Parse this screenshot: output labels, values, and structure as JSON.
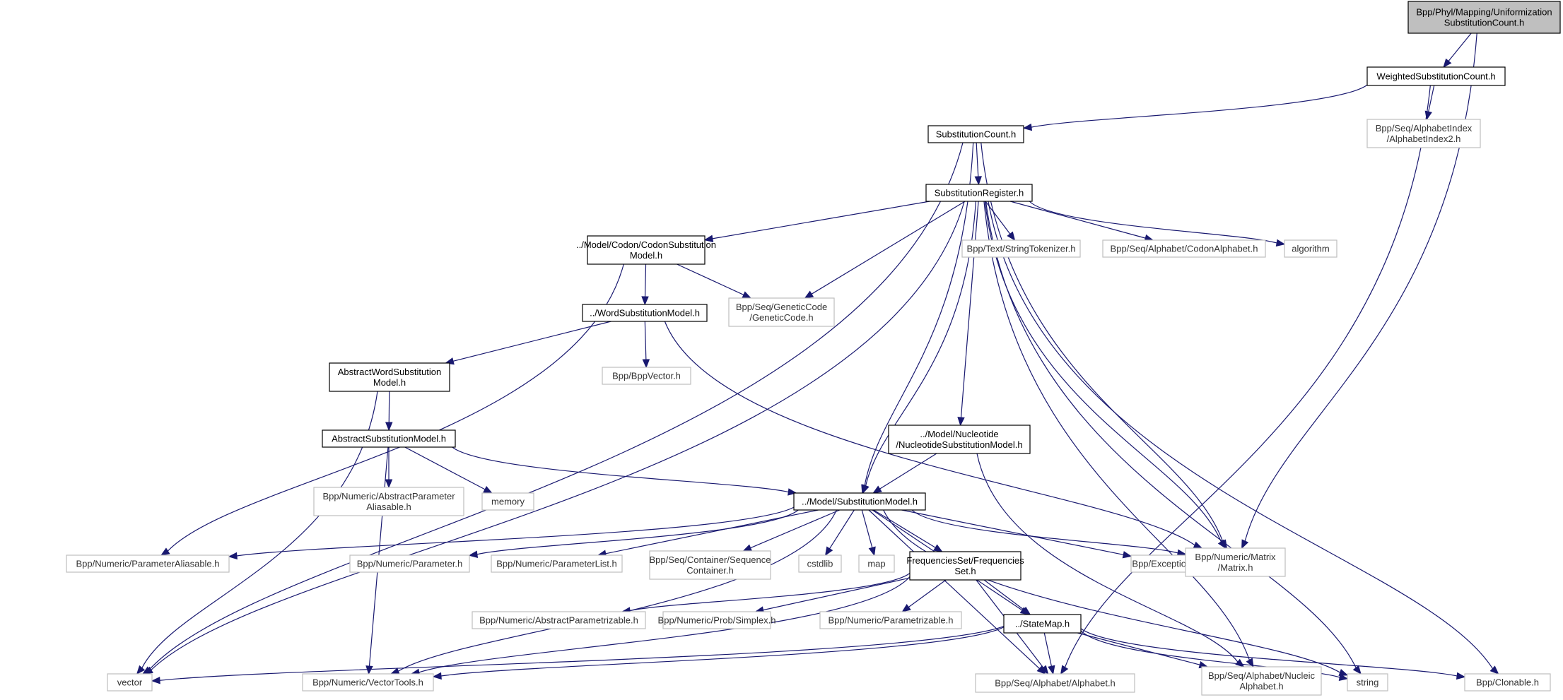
{
  "title": "Include dependency graph for UniformizationSubstitutionCount.h",
  "colors": {
    "edge": "#191970",
    "root_fill": "#bfbfbf",
    "local_border": "#000000",
    "external_border": "#bfbfbf"
  },
  "nodes": [
    {
      "id": "root",
      "kind": "root",
      "lines": [
        "Bpp/Phyl/Mapping/Uniformization",
        "SubstitutionCount.h"
      ]
    },
    {
      "id": "wsc",
      "kind": "local",
      "lines": [
        "WeightedSubstitutionCount.h"
      ]
    },
    {
      "id": "ai2",
      "kind": "external",
      "lines": [
        "Bpp/Seq/AlphabetIndex",
        "/AlphabetIndex2.h"
      ]
    },
    {
      "id": "sc",
      "kind": "local",
      "lines": [
        "SubstitutionCount.h"
      ]
    },
    {
      "id": "sr",
      "kind": "local",
      "lines": [
        "SubstitutionRegister.h"
      ]
    },
    {
      "id": "csm",
      "kind": "local",
      "lines": [
        "../Model/Codon/CodonSubstitution",
        "Model.h"
      ]
    },
    {
      "id": "gc",
      "kind": "external",
      "lines": [
        "Bpp/Seq/GeneticCode",
        "/GeneticCode.h"
      ]
    },
    {
      "id": "st",
      "kind": "external",
      "lines": [
        "Bpp/Text/StringTokenizer.h"
      ]
    },
    {
      "id": "ca",
      "kind": "external",
      "lines": [
        "Bpp/Seq/Alphabet/CodonAlphabet.h"
      ]
    },
    {
      "id": "algo",
      "kind": "external",
      "lines": [
        "algorithm"
      ]
    },
    {
      "id": "wsm",
      "kind": "local",
      "lines": [
        "../WordSubstitutionModel.h"
      ]
    },
    {
      "id": "bv",
      "kind": "external",
      "lines": [
        "Bpp/BppVector.h"
      ]
    },
    {
      "id": "awsm",
      "kind": "local",
      "lines": [
        "AbstractWordSubstitution",
        "Model.h"
      ]
    },
    {
      "id": "asm",
      "kind": "local",
      "lines": [
        "AbstractSubstitutionModel.h"
      ]
    },
    {
      "id": "nsm",
      "kind": "local",
      "lines": [
        "../Model/Nucleotide",
        "/NucleotideSubstitutionModel.h"
      ]
    },
    {
      "id": "apa",
      "kind": "external",
      "lines": [
        "Bpp/Numeric/AbstractParameter",
        "Aliasable.h"
      ]
    },
    {
      "id": "mem",
      "kind": "external",
      "lines": [
        "memory"
      ]
    },
    {
      "id": "msm",
      "kind": "local",
      "lines": [
        "../Model/SubstitutionModel.h"
      ]
    },
    {
      "id": "pa",
      "kind": "external",
      "lines": [
        "Bpp/Numeric/ParameterAliasable.h"
      ]
    },
    {
      "id": "par",
      "kind": "external",
      "lines": [
        "Bpp/Numeric/Parameter.h"
      ]
    },
    {
      "id": "pl",
      "kind": "external",
      "lines": [
        "Bpp/Numeric/ParameterList.h"
      ]
    },
    {
      "id": "scont",
      "kind": "external",
      "lines": [
        "Bpp/Seq/Container/Sequence",
        "Container.h"
      ]
    },
    {
      "id": "cstd",
      "kind": "external",
      "lines": [
        "cstdlib"
      ]
    },
    {
      "id": "map",
      "kind": "external",
      "lines": [
        "map"
      ]
    },
    {
      "id": "fs",
      "kind": "local",
      "lines": [
        "FrequenciesSet/Frequencies",
        "Set.h"
      ]
    },
    {
      "id": "exc",
      "kind": "external",
      "lines": [
        "Bpp/Exceptions.h"
      ]
    },
    {
      "id": "mat",
      "kind": "external",
      "lines": [
        "Bpp/Numeric/Matrix",
        "/Matrix.h"
      ]
    },
    {
      "id": "ap",
      "kind": "external",
      "lines": [
        "Bpp/Numeric/AbstractParametrizable.h"
      ]
    },
    {
      "id": "simp",
      "kind": "external",
      "lines": [
        "Bpp/Numeric/Prob/Simplex.h"
      ]
    },
    {
      "id": "parz",
      "kind": "external",
      "lines": [
        "Bpp/Numeric/Parametrizable.h"
      ]
    },
    {
      "id": "sm",
      "kind": "local",
      "lines": [
        "../StateMap.h"
      ]
    },
    {
      "id": "vec",
      "kind": "external",
      "lines": [
        "vector"
      ]
    },
    {
      "id": "vt",
      "kind": "external",
      "lines": [
        "Bpp/Numeric/VectorTools.h"
      ]
    },
    {
      "id": "alph",
      "kind": "external",
      "lines": [
        "Bpp/Seq/Alphabet/Alphabet.h"
      ]
    },
    {
      "id": "na",
      "kind": "external",
      "lines": [
        "Bpp/Seq/Alphabet/Nucleic",
        "Alphabet.h"
      ]
    },
    {
      "id": "str",
      "kind": "external",
      "lines": [
        "string"
      ]
    },
    {
      "id": "clon",
      "kind": "external",
      "lines": [
        "Bpp/Clonable.h"
      ]
    }
  ],
  "edges": [
    [
      "root",
      "wsc"
    ],
    [
      "root",
      "mat"
    ],
    [
      "wsc",
      "sc"
    ],
    [
      "wsc",
      "ai2"
    ],
    [
      "wsc",
      "alph"
    ],
    [
      "sc",
      "sr"
    ],
    [
      "sc",
      "msm"
    ],
    [
      "sc",
      "vec"
    ],
    [
      "sc",
      "mat"
    ],
    [
      "sr",
      "csm"
    ],
    [
      "sr",
      "gc"
    ],
    [
      "sr",
      "st"
    ],
    [
      "sr",
      "ca"
    ],
    [
      "sr",
      "algo"
    ],
    [
      "sr",
      "nsm"
    ],
    [
      "sr",
      "msm"
    ],
    [
      "sr",
      "na"
    ],
    [
      "sr",
      "mat"
    ],
    [
      "sr",
      "str"
    ],
    [
      "sr",
      "clon"
    ],
    [
      "sr",
      "vec"
    ],
    [
      "csm",
      "wsm"
    ],
    [
      "csm",
      "gc"
    ],
    [
      "csm",
      "pa"
    ],
    [
      "wsm",
      "awsm"
    ],
    [
      "wsm",
      "bv"
    ],
    [
      "wsm",
      "mat"
    ],
    [
      "awsm",
      "asm"
    ],
    [
      "awsm",
      "vec"
    ],
    [
      "asm",
      "apa"
    ],
    [
      "asm",
      "mem"
    ],
    [
      "asm",
      "msm"
    ],
    [
      "asm",
      "vt"
    ],
    [
      "nsm",
      "msm"
    ],
    [
      "nsm",
      "na"
    ],
    [
      "msm",
      "pa"
    ],
    [
      "msm",
      "par"
    ],
    [
      "msm",
      "pl"
    ],
    [
      "msm",
      "scont"
    ],
    [
      "msm",
      "cstd"
    ],
    [
      "msm",
      "map"
    ],
    [
      "msm",
      "fs"
    ],
    [
      "msm",
      "exc"
    ],
    [
      "msm",
      "mat"
    ],
    [
      "msm",
      "sm"
    ],
    [
      "msm",
      "alph"
    ],
    [
      "msm",
      "vt"
    ],
    [
      "msm",
      "str"
    ],
    [
      "fs",
      "ap"
    ],
    [
      "fs",
      "simp"
    ],
    [
      "fs",
      "parz"
    ],
    [
      "fs",
      "sm"
    ],
    [
      "fs",
      "alph"
    ],
    [
      "fs",
      "vt"
    ],
    [
      "sm",
      "vec"
    ],
    [
      "sm",
      "vt"
    ],
    [
      "sm",
      "alph"
    ],
    [
      "sm",
      "na"
    ],
    [
      "sm",
      "str"
    ],
    [
      "sm",
      "clon"
    ]
  ]
}
